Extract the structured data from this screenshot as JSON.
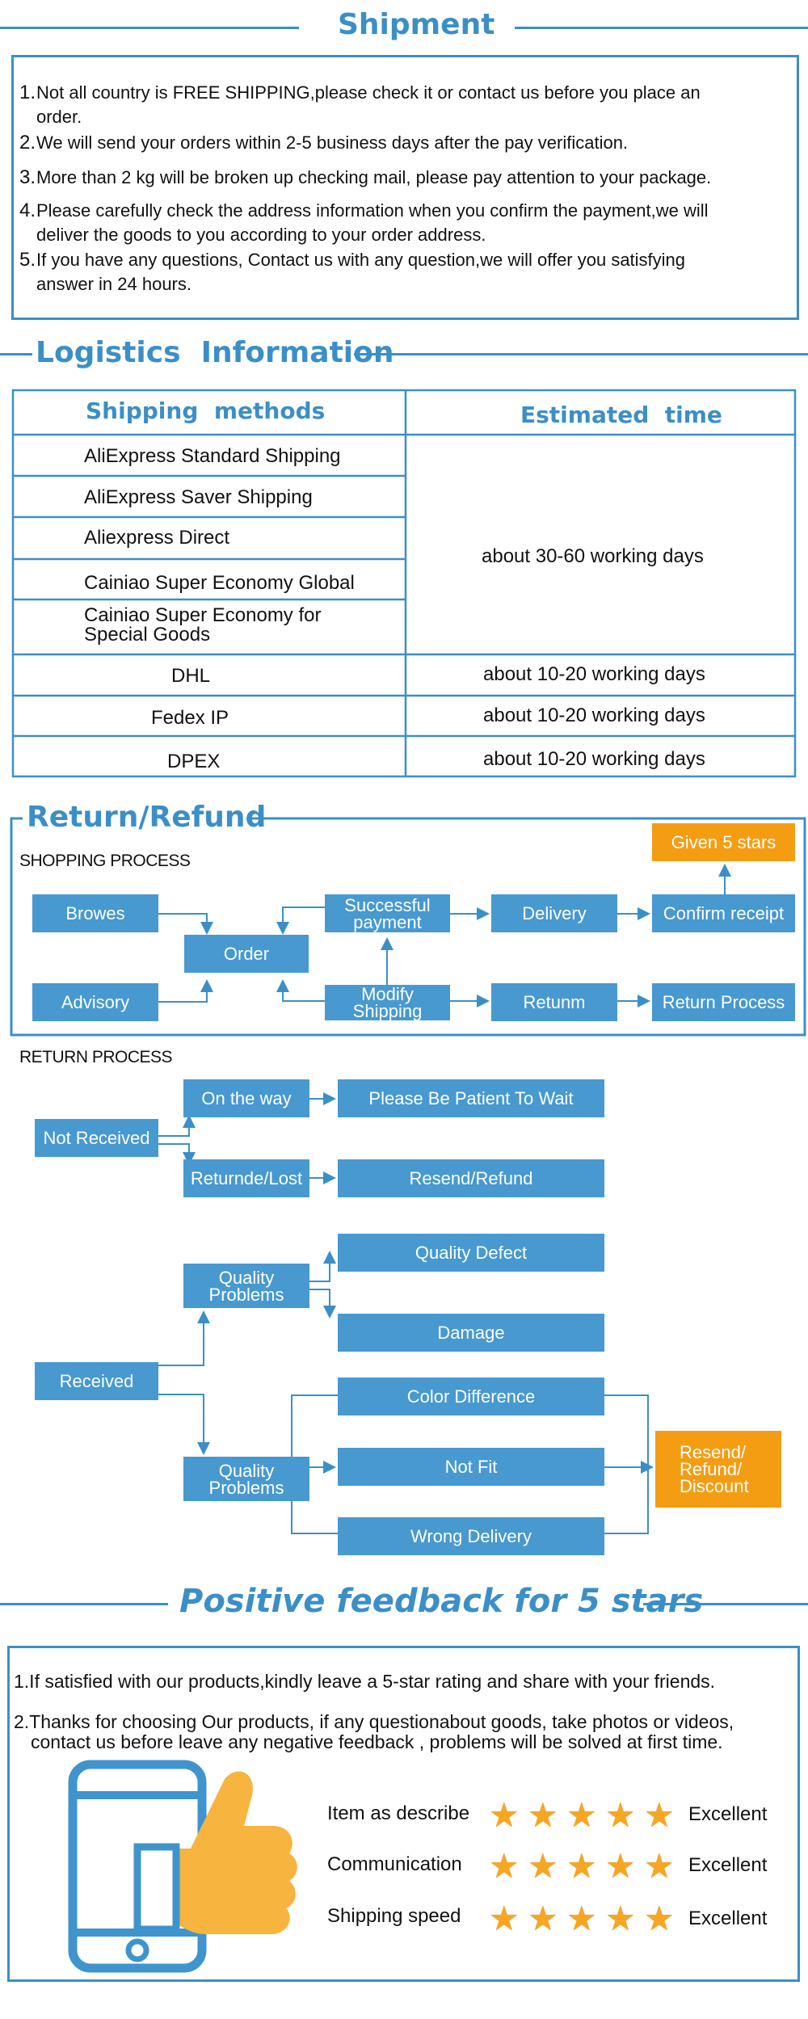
{
  "shipment": {
    "title": "Shipment",
    "items": [
      {
        "num": "1.",
        "text": "Not all country is FREE SHIPPING,please check it or contact us before you place an",
        "text2": "order."
      },
      {
        "num": "2.",
        "text": "We will send your orders within 2-5 business days after the pay verification."
      },
      {
        "num": "3.",
        "text": "More than 2 kg will be broken up checking mail, please pay attention to your package."
      },
      {
        "num": "4.",
        "text": "Please carefully check the address information when you confirm the payment,we will",
        "text2": "deliver the goods to you according to your order address."
      },
      {
        "num": "5.",
        "text": "If you have any questions, Contact us with any question,we will offer you satisfying",
        "text2": "answer in 24 hours."
      }
    ]
  },
  "logistics": {
    "title": "Logistics  Information",
    "headers": [
      "Shipping  methods",
      "Estimated  time"
    ],
    "methods": [
      "AliExpress Standard Shipping",
      "AliExpress Saver Shipping",
      "Aliexpress Direct",
      "Cainiao Super Economy Global",
      "Cainiao Super Economy for",
      "Special Goods"
    ],
    "group_time": "about 30-60 working days",
    "express": [
      {
        "method": "DHL",
        "time": "about 10-20 working days"
      },
      {
        "method": "Fedex IP",
        "time": "about 10-20 working days"
      },
      {
        "method": "DPEX",
        "time": "about 10-20 working days"
      }
    ]
  },
  "return_refund": {
    "title": "Return/Refund",
    "shopping_process_label": "SHOPPING PROCESS",
    "shopping": {
      "browes": "Browes",
      "advisory": "Advisory",
      "order": "Order",
      "successful_payment": "Successful payment",
      "modify_shipping": "Modify Shipping",
      "delivery": "Delivery",
      "retunm": "Retunm",
      "confirm_receipt": "Confirm receipt",
      "return_process": "Return Process",
      "given_5_stars": "Given 5 stars"
    },
    "return_process_label": "RETURN PROCESS",
    "returns": {
      "not_received": "Not Received",
      "on_the_way": "On the way",
      "patient": "Please Be Patient To Wait",
      "returnde_lost": "Returnde/Lost",
      "resend_refund": "Resend/Refund",
      "received": "Received",
      "quality_problems_1": "Quality Problems",
      "quality_defect": "Quality Defect",
      "damage": "Damage",
      "quality_problems_2": "Quality Problems",
      "color_difference": "Color Difference",
      "not_fit": "Not Fit",
      "wrong_delivery": "Wrong Delivery",
      "resend_refund_discount": "Resend/ Refund/ Discount"
    }
  },
  "feedback": {
    "title": "Positive feedback for 5 stars",
    "line1": "1.If satisfied with our products,kindly leave a 5-star rating and share with your friends.",
    "line2a": "2.Thanks for choosing Our products, if any questionabout goods, take photos or videos,",
    "line2b": "contact us before leave any negative feedback , problems will be solved at first time.",
    "ratings": [
      {
        "label": "Item as describe",
        "stars": 5,
        "value": "Excellent"
      },
      {
        "label": "Communication",
        "stars": 5,
        "value": "Excellent"
      },
      {
        "label": "Shipping speed",
        "stars": 5,
        "value": "Excellent"
      }
    ],
    "colors": {
      "accent": "#3b8fc7",
      "box": "#4799d0",
      "orange": "#f49d13",
      "star": "#f5a623",
      "thumb": "#f7b43e"
    }
  }
}
